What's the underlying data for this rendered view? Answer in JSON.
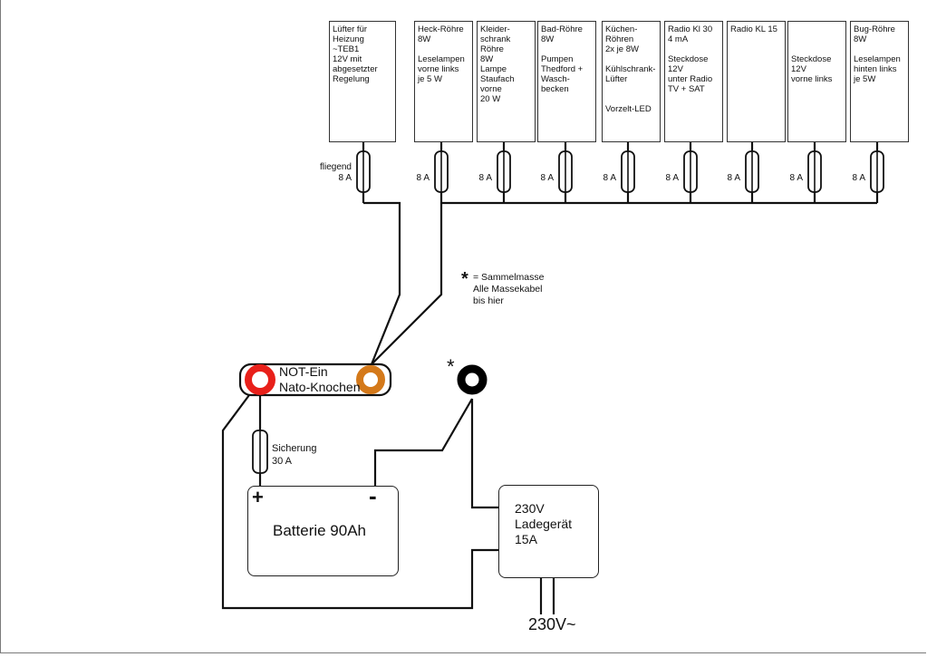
{
  "consumers": [
    {
      "lines": [
        "Lüfter für",
        "Heizung",
        "~TEB1",
        "12V mit",
        "abgesetzter",
        "Regelung"
      ]
    },
    {
      "lines": [
        "Heck-Röhre",
        "8W",
        "",
        "Leselampen",
        "vorne links",
        "je 5 W"
      ]
    },
    {
      "lines": [
        "Kleider-",
        "schrank",
        "Röhre",
        "8W",
        "Lampe",
        "Staufach",
        "vorne",
        "20 W"
      ]
    },
    {
      "lines": [
        "Bad-Röhre",
        "8W",
        "",
        "Pumpen",
        "Thedford +",
        "Wasch-",
        "becken"
      ]
    },
    {
      "lines": [
        "Küchen-",
        "Röhren",
        "2x je 8W",
        "",
        "Kühlschrank-",
        "Lüfter",
        "",
        "",
        "Vorzelt-LED"
      ]
    },
    {
      "lines": [
        "Radio Kl 30",
        "4 mA",
        "",
        "Steckdose",
        "12V",
        "unter Radio",
        "TV + SAT"
      ]
    },
    {
      "lines": [
        "Radio KL 15"
      ]
    },
    {
      "lines": [
        "",
        "",
        "",
        "Steckdose",
        "12V",
        "vorne links"
      ]
    },
    {
      "lines": [
        "Bug-Röhre",
        "8W",
        "",
        "Leselampen",
        "hinten links",
        "je 5W"
      ]
    }
  ],
  "fuses": [
    {
      "label_lines": [
        "fliegend",
        "8 A"
      ]
    },
    {
      "label_lines": [
        "8 A"
      ]
    },
    {
      "label_lines": [
        "8 A"
      ]
    },
    {
      "label_lines": [
        "8 A"
      ]
    },
    {
      "label_lines": [
        "8 A"
      ]
    },
    {
      "label_lines": [
        "8 A"
      ]
    },
    {
      "label_lines": [
        "8 A"
      ]
    },
    {
      "label_lines": [
        "8 A"
      ]
    },
    {
      "label_lines": [
        "8 A"
      ]
    }
  ],
  "ground_note": {
    "star": "*",
    "lines": [
      "= Sammelmasse",
      "Alle Massekabel",
      "bis hier"
    ]
  },
  "ground_star": "*",
  "switch": {
    "lines": [
      "NOT-Ein",
      "Nato-Knochen"
    ]
  },
  "main_fuse": {
    "lines": [
      "Sicherung",
      "30 A"
    ]
  },
  "battery": {
    "plus": "+",
    "minus": "-",
    "label": "Batterie 90Ah"
  },
  "charger": {
    "lines": [
      "230V",
      "Ladegerät",
      "15A"
    ]
  },
  "mains_label": "230V~",
  "colors": {
    "red_terminal": "#e8201a",
    "orange_terminal": "#d4791a",
    "ground_terminal": "#000000",
    "wire": "#111111"
  }
}
